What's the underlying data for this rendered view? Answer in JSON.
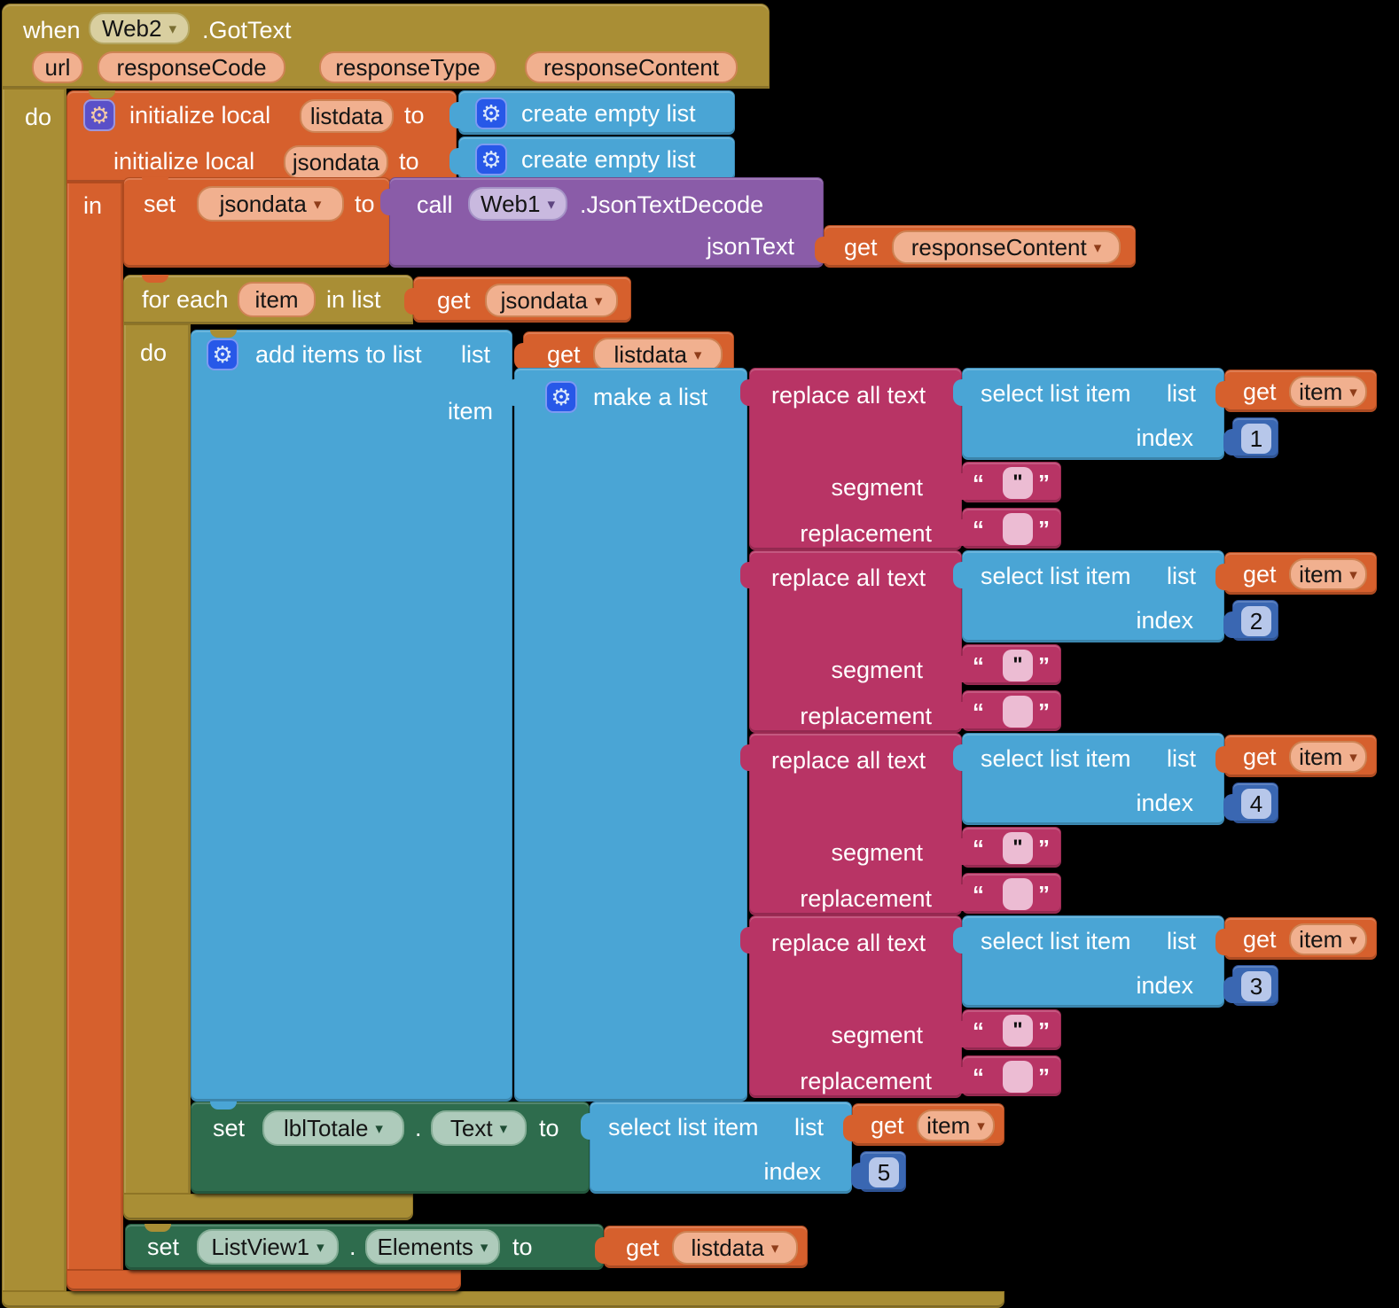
{
  "icons": {
    "dropdown": "▾",
    "gear": "⚙",
    "open_quote": "“",
    "close_quote": "”"
  },
  "colors": {
    "event_olive": "#A98E35",
    "variables_orange": "#D6602D",
    "lists_blue": "#4AA5D5",
    "text_crimson": "#B83465",
    "component_purple": "#8A5CA8",
    "setter_green": "#2E6C4D",
    "math_navy": "#3A67B2"
  },
  "when": {
    "keyword": "when",
    "component": "Web2",
    "event": ".GotText",
    "params": [
      "url",
      "responseCode",
      "responseType",
      "responseContent"
    ],
    "do_label": "do"
  },
  "init": {
    "row1": {
      "label": "initialize local",
      "name": "listdata",
      "to": "to"
    },
    "row2": {
      "label": "initialize local",
      "name": "jsondata",
      "to": "to"
    },
    "in_label": "in"
  },
  "create_empty_list": {
    "label": "create empty list"
  },
  "set_jsondata": {
    "set": "set",
    "var": "jsondata",
    "to": "to"
  },
  "call_web1": {
    "call": "call",
    "component": "Web1",
    "method": ".JsonTextDecode",
    "arg": "jsonText"
  },
  "get_responsecontent": {
    "get": "get",
    "var": "responseContent"
  },
  "for_each": {
    "label_start": "for each",
    "var": "item",
    "label_end": "in list",
    "do_label": "do"
  },
  "get_jsondata": {
    "get": "get",
    "var": "jsondata"
  },
  "add_items": {
    "label": "add items to list",
    "list_label": "list",
    "item_label": "item"
  },
  "get_listdata": {
    "get": "get",
    "var": "listdata"
  },
  "make_list": {
    "label": "make a list"
  },
  "get_item": {
    "get": "get",
    "var": "item"
  },
  "replace_groups": [
    {
      "label": "replace all text",
      "select_label": "select list item",
      "list_label": "list",
      "get_label": "get",
      "var": "item",
      "index_label": "index",
      "index_value": "1",
      "segment_label": "segment",
      "segment_value": "\"",
      "replacement_label": "replacement",
      "replacement_value": ""
    },
    {
      "label": "replace all text",
      "select_label": "select list item",
      "list_label": "list",
      "get_label": "get",
      "var": "item",
      "index_label": "index",
      "index_value": "2",
      "segment_label": "segment",
      "segment_value": "\"",
      "replacement_label": "replacement",
      "replacement_value": ""
    },
    {
      "label": "replace all text",
      "select_label": "select list item",
      "list_label": "list",
      "get_label": "get",
      "var": "item",
      "index_label": "index",
      "index_value": "4",
      "segment_label": "segment",
      "segment_value": "\"",
      "replacement_label": "replacement",
      "replacement_value": ""
    },
    {
      "label": "replace all text",
      "select_label": "select list item",
      "list_label": "list",
      "get_label": "get",
      "var": "item",
      "index_label": "index",
      "index_value": "3",
      "segment_label": "segment",
      "segment_value": "\"",
      "replacement_label": "replacement",
      "replacement_value": ""
    }
  ],
  "set_lbltotale": {
    "set": "set",
    "component": "lblTotale",
    "dot": ".",
    "property": "Text",
    "to": "to"
  },
  "select_lbltotale": {
    "select_label": "select list item",
    "list_label": "list",
    "index_label": "index",
    "index_value": "5"
  },
  "set_listview": {
    "set": "set",
    "component": "ListView1",
    "dot": ".",
    "property": "Elements",
    "to": "to"
  }
}
